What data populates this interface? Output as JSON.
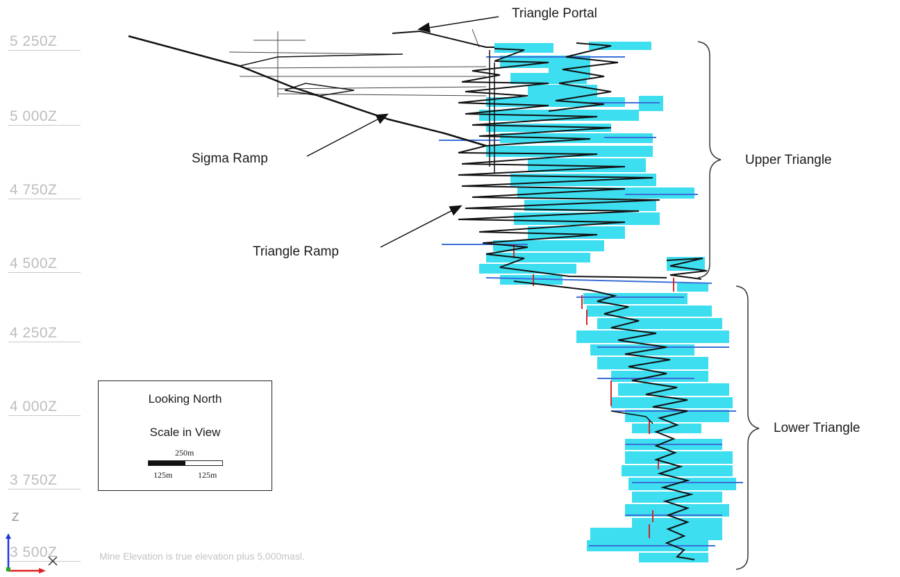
{
  "elevation_labels": [
    "5 250Z",
    "5 000Z",
    "4 750Z",
    "4 500Z",
    "4 250Z",
    "4 000Z",
    "3 750Z",
    "3 500Z"
  ],
  "callouts": {
    "triangle_portal": "Triangle Portal",
    "sigma_ramp": "Sigma Ramp",
    "triangle_ramp": "Triangle Ramp",
    "upper_triangle": "Upper Triangle",
    "lower_triangle": "Lower Triangle"
  },
  "legend": {
    "view": "Looking North",
    "scale": "Scale in View",
    "bar_total": "250m",
    "bar_left": "125m",
    "bar_right": "125m"
  },
  "axis_label": "Z",
  "footnote": "Mine Elevation is true elevation plus 5,000masl.",
  "colors": {
    "stopes": "#33ddf0",
    "drifts": "#3a6fd8",
    "ramp": "#111111",
    "raises": "#d02828",
    "elevation_text": "#bdbdbd"
  }
}
